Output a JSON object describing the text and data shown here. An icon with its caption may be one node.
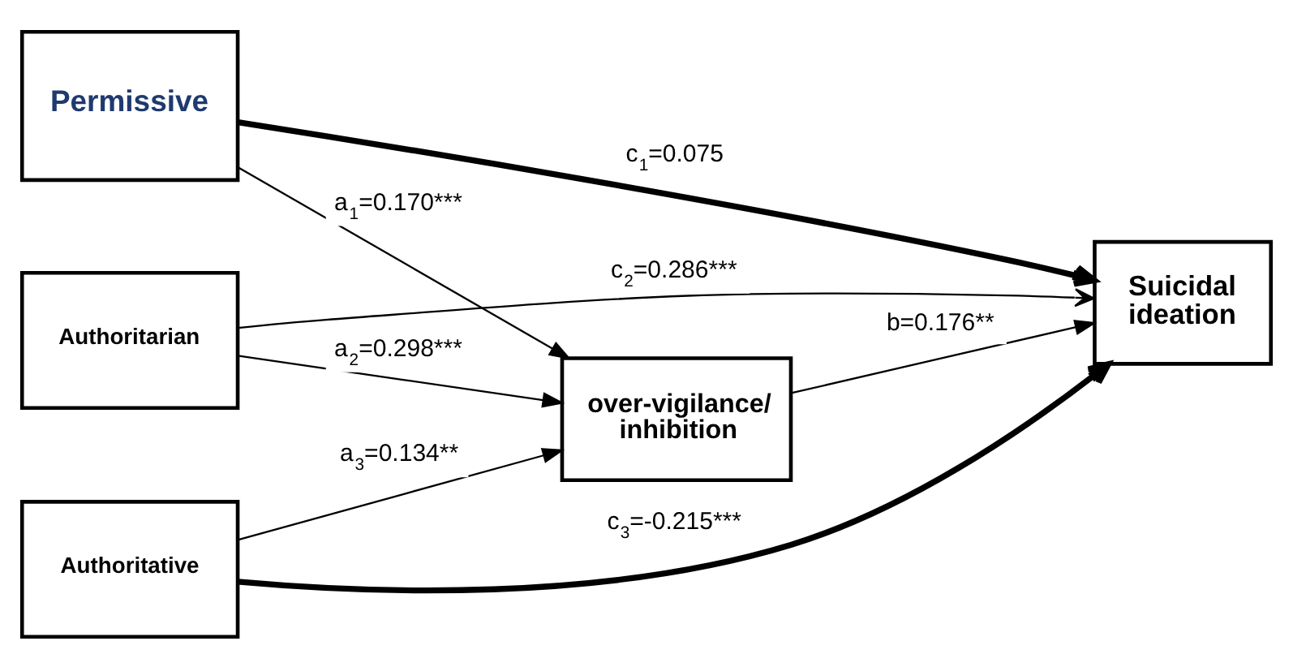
{
  "diagram": {
    "nodes": [
      {
        "text": [
          "Permissive"
        ]
      },
      {
        "text": [
          "Authoritarian"
        ]
      },
      {
        "text": [
          "over-vigilance/ inhibition"
        ]
      },
      {
        "text": [
          "Suicidal ideation"
        ]
      },
      {
        "text": [
          "Authoritative"
        ]
      }
    ],
    "edges": [
      {
        "from": 0,
        "to": 3,
        "arrow": "to",
        "label": "c$_{1}$=0.075",
        "style": "thick"
      },
      {
        "from": 0,
        "to": 2,
        "arrow": "to",
        "label": "a$_{1}$=0.170***"
      },
      {
        "from": 1,
        "to": 3,
        "arrow": "to",
        "label": "c$_{2}$=0.286***"
      },
      {
        "from": 1,
        "to": 2,
        "arrow": "to",
        "label": "a$_{2}$=0.298***"
      },
      {
        "from": 4,
        "to": 2,
        "arrow": "to",
        "label": "a$_{3}$=0.134**"
      },
      {
        "from": 4,
        "to": 3,
        "arrow": "to",
        "label": "c$_{3}$=-0.215***",
        "style": "thick"
      },
      {
        "from": 2,
        "to": 3,
        "arrow": "to",
        "label": "b=0.176**"
      }
    ]
  }
}
